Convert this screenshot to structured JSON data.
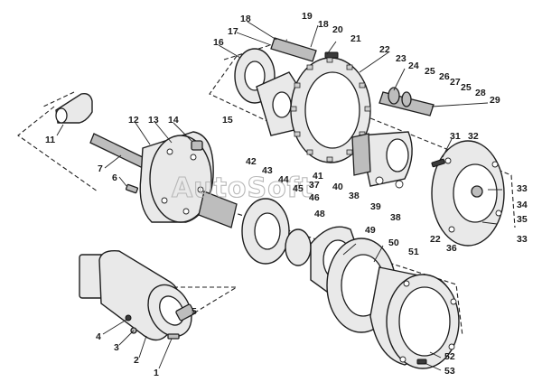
{
  "watermark": "AutoSoft",
  "callouts": {
    "c1": "1",
    "c2": "2",
    "c3": "3",
    "c4": "4",
    "c5": "5",
    "c6": "6",
    "c7": "7",
    "c11": "11",
    "c12": "12",
    "c13": "13",
    "c14": "14",
    "c15": "15",
    "c16": "16",
    "c17": "17",
    "c18a": "18",
    "c18b": "18",
    "c19": "19",
    "c20": "20",
    "c21": "21",
    "c22a": "22",
    "c22b": "22",
    "c23": "23",
    "c24": "24",
    "c25a": "25",
    "c25b": "25",
    "c26": "26",
    "c27": "27",
    "c28": "28",
    "c29": "29",
    "c31": "31",
    "c32": "32",
    "c33a": "33",
    "c33b": "33",
    "c34": "34",
    "c35": "35",
    "c36": "36",
    "c37": "37",
    "c38a": "38",
    "c38b": "38",
    "c39": "39",
    "c40": "40",
    "c41": "41",
    "c42": "42",
    "c43": "43",
    "c44": "44",
    "c45": "45",
    "c46": "46",
    "c48": "48",
    "c49": "49",
    "c50": "50",
    "c51": "51",
    "c52": "52",
    "c53": "53"
  }
}
